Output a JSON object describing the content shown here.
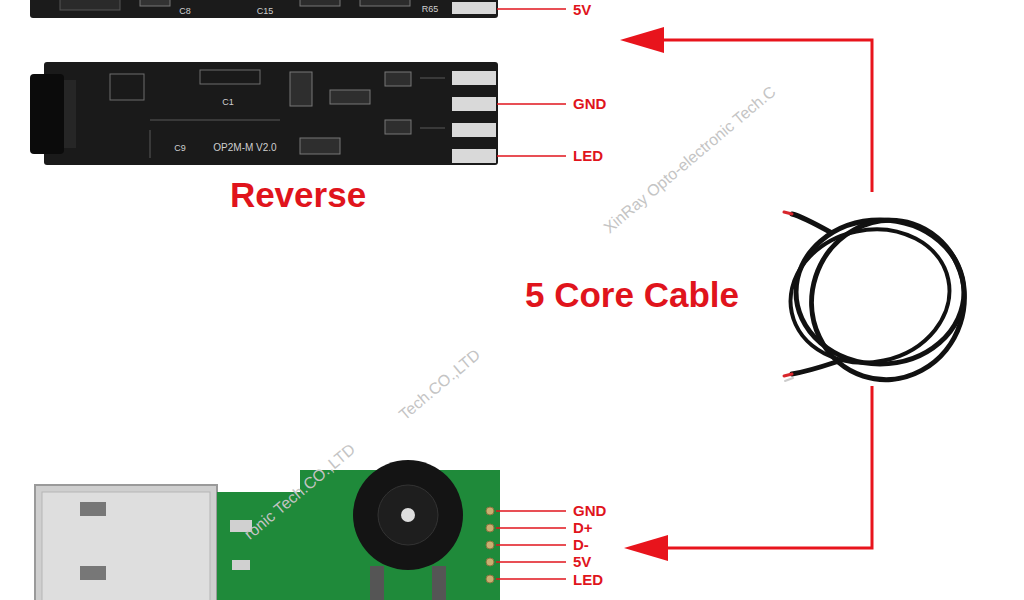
{
  "diagram": {
    "labels": [
      "5V",
      "GND",
      "LED",
      "Reverse",
      "5 Core Cable",
      "GND",
      "D+",
      "D-",
      "5V",
      "LED",
      "C8",
      "C15",
      "R65",
      "C1",
      "C9",
      "OP2M-M V2.0",
      "XinRay Opto-electronic Tech.C",
      "Tech.CO.,LTD",
      "ronic Tech.CO.,LTD"
    ]
  }
}
